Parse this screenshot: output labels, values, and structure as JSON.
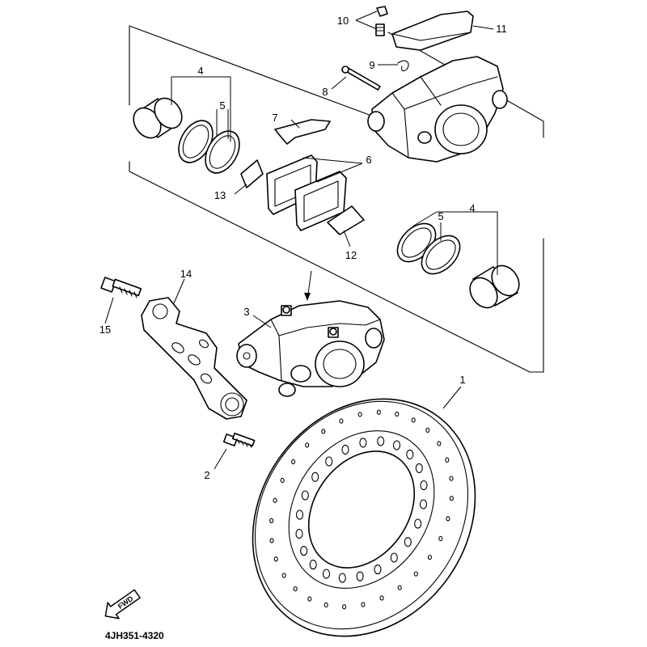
{
  "callouts": {
    "c1": "1",
    "c2": "2",
    "c3": "3",
    "c4a": "4",
    "c4b": "4",
    "c5a": "5",
    "c5b": "5",
    "c6": "6",
    "c7": "7",
    "c8": "8",
    "c9": "9",
    "c10": "10",
    "c11": "11",
    "c12": "12",
    "c13": "13",
    "c14": "14",
    "c15": "15"
  },
  "direction_marker": "FWD",
  "diagram_code": "4JH351-4320"
}
